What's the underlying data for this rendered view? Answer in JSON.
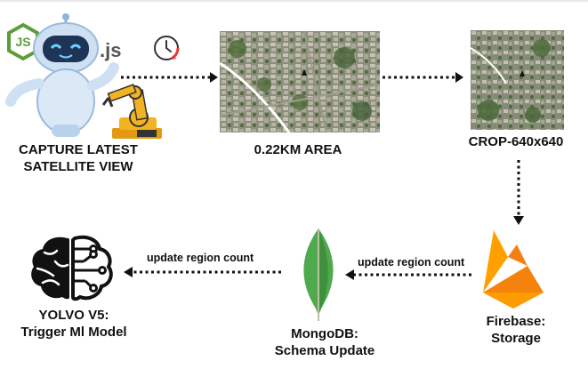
{
  "nodes": {
    "capture": {
      "line1": "CAPTURE LATEST",
      "line2": "SATELLITE VIEW",
      "badge": ".js"
    },
    "area": {
      "label": "0.22KM AREA"
    },
    "crop": {
      "label": "CROP-640x640"
    },
    "firebase": {
      "line1": "Firebase:",
      "line2": "Storage"
    },
    "mongodb": {
      "line1": "MongoDB:",
      "line2": "Schema Update"
    },
    "yolo": {
      "line1": "YOLVO V5:",
      "line2": "Trigger Ml Model"
    }
  },
  "edges": {
    "firebase_to_mongo": "update region count",
    "mongo_to_yolo": "update region count"
  },
  "icons": [
    "nodejs-icon",
    "robot-icon",
    "clock-icon",
    "robot-arm-icon",
    "satellite-map-icon",
    "firebase-icon",
    "mongodb-leaf-icon",
    "brain-circuit-icon"
  ],
  "colors": {
    "node_green": "#5a9e3a",
    "robot_body": "#cfe0f2",
    "arm_yellow": "#f2b321",
    "firebase_orange": "#f5820d",
    "firebase_yellow": "#ffca28",
    "mongo_green": "#4fa94d",
    "arrow": "#111111"
  }
}
